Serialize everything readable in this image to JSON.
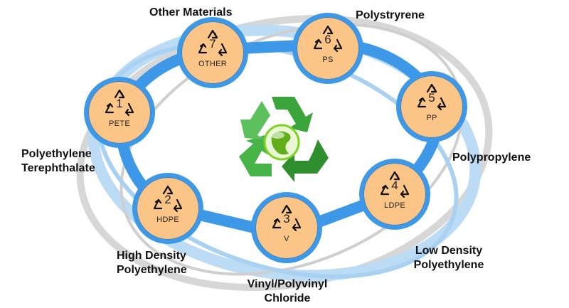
{
  "nodes": [
    {
      "num": "1",
      "abbr": "PETE",
      "label": [
        "Polyethylene",
        "Terephthalate"
      ]
    },
    {
      "num": "2",
      "abbr": "HDPE",
      "label": [
        "High Density",
        "Polyethylene"
      ]
    },
    {
      "num": "3",
      "abbr": "V",
      "label": [
        "Vinyl/Polyvinyl",
        "Chloride"
      ]
    },
    {
      "num": "4",
      "abbr": "LDPE",
      "label": [
        "Low Density",
        "Polyethylene"
      ]
    },
    {
      "num": "5",
      "abbr": "PP",
      "label": [
        "Polypropylene"
      ]
    },
    {
      "num": "6",
      "abbr": "PS",
      "label": [
        "Polystryrene"
      ]
    },
    {
      "num": "7",
      "abbr": "OTHER",
      "label": [
        "Other Materials"
      ]
    }
  ],
  "colors": {
    "ring": "#3d99e8",
    "node_fill": "#fcc588",
    "recycle_green": "#3aa53a",
    "globe_green": "#7ed321"
  },
  "center_icon": "recycle-globe-icon",
  "node_icon": "recycle-triangle-icon"
}
